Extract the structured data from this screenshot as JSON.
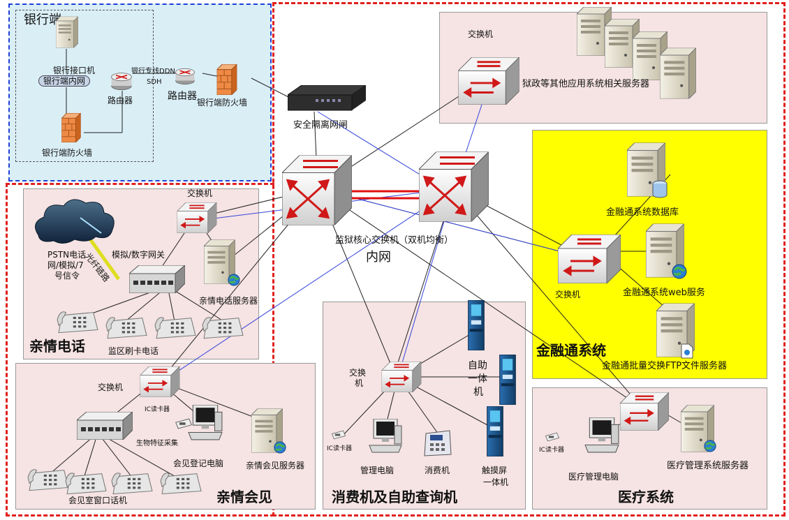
{
  "colors": {
    "outer_border": "#e0201c",
    "bank_border": "#1f3fd6",
    "bank_fill": "#daeef6",
    "zone_fill": "#f6e3e3",
    "finance_fill": "#ffff00",
    "link_black": "#222222",
    "link_blue": "#3344dd",
    "core_trunk": "#e01010"
  },
  "bank": {
    "title": "银行端",
    "interface_server": "银行接口机",
    "intranet": "银行端内网",
    "router1": "路由器",
    "dedicated_line": "银行专线DDN",
    "sdh": "SDH",
    "router2": "路由器",
    "firewall_inner": "银行端防火墙",
    "firewall_outer": "银行端防火墙"
  },
  "gateway": {
    "label": "安全隔离网闸"
  },
  "prison_admin": {
    "switch": "交换机",
    "servers": "狱政等其他应用系统相关服务器"
  },
  "core": {
    "label": "监狱核心交换机（双机均衡）",
    "network": "内网"
  },
  "family_phone": {
    "switch": "交换机",
    "pstn": "PSTN电话",
    "pstn2": "网/模拟/7",
    "pstn3": "号信令",
    "gateway": "模拟/数字网关",
    "fiber": "光纤链路",
    "server": "亲情电话服务器",
    "phones": "监区刷卡电话",
    "title": "亲情电话"
  },
  "family_visit": {
    "switch": "交换机",
    "ic_reader": "IC读卡器",
    "biometric": "生物特征采集",
    "pc": "会见登记电脑",
    "server": "亲情会见服务器",
    "phones": "会见室窗口话机",
    "title": "亲情会见"
  },
  "finance": {
    "db": "金融通系统数据库",
    "switch": "交换机",
    "web": "金融通系统web服务",
    "ftp": "金融通批量交换FTP文件服务器",
    "title": "金融通系统"
  },
  "consumer": {
    "switch1": "交换",
    "switch2": "机",
    "kiosk1": "自助",
    "kiosk2": "一体",
    "kiosk3": "机",
    "ic_reader": "IC读卡器",
    "pc": "管理电脑",
    "pos": "消费机",
    "touch1": "触摸屏",
    "touch2": "一体机",
    "title": "消费机及自助查询机"
  },
  "medical": {
    "ic_reader": "IC读卡器",
    "pc": "医疗管理电脑",
    "server": "医疗管理系统服务器",
    "title": "医疗系统"
  }
}
